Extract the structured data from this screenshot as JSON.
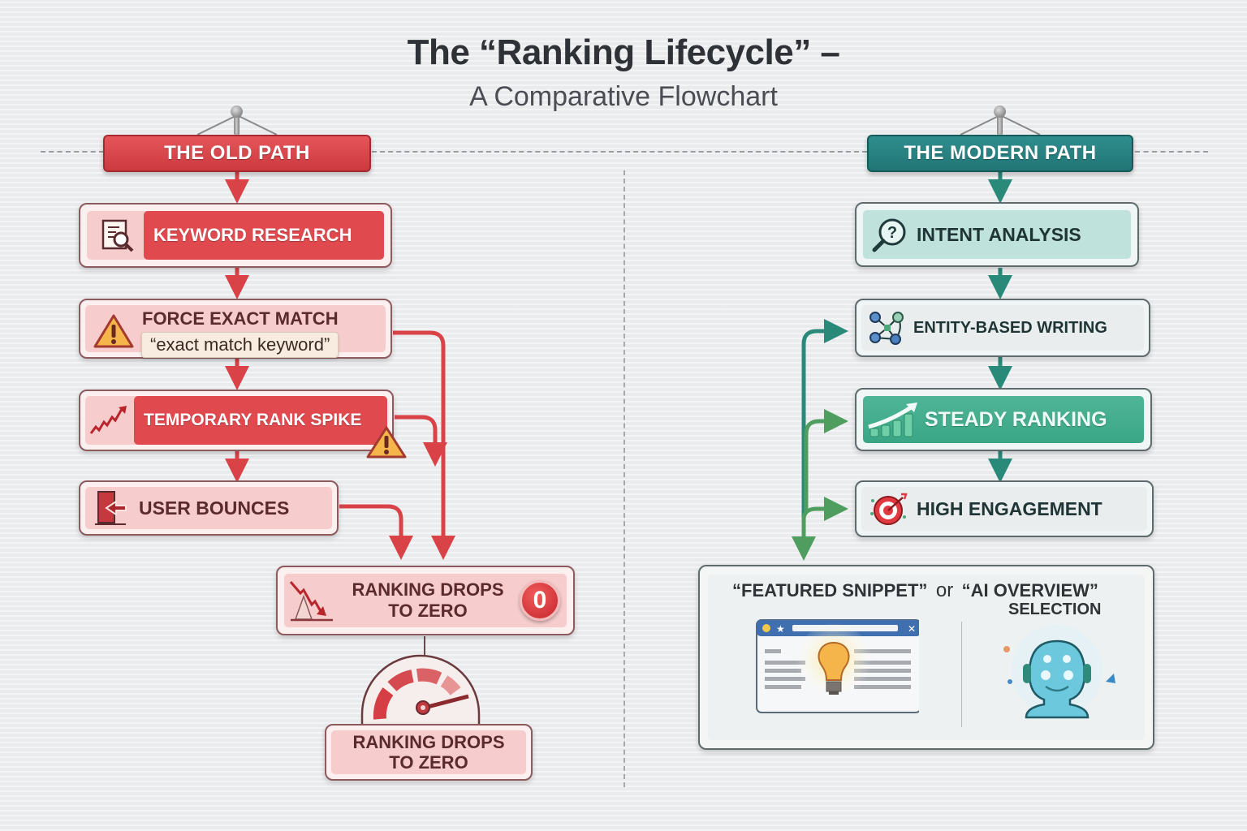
{
  "header": {
    "title": "The “Ranking Lifecycle” –",
    "subtitle": "A Comparative Flowchart"
  },
  "old_path": {
    "heading": "THE OLD PATH",
    "color": "#d94348",
    "steps": [
      {
        "label": "KEYWORD RESEARCH",
        "icon": "document-search-icon"
      },
      {
        "label": "FORCE EXACT MATCH",
        "icon": "warning-icon",
        "tag": "“exact match keyword”"
      },
      {
        "label": "TEMPORARY RANK SPIKE",
        "icon": "spike-chart-icon",
        "badge_icon": "warning-icon"
      },
      {
        "label": "USER BOUNCES",
        "icon": "exit-door-icon"
      },
      {
        "label_line1": "RANKING DROPS",
        "label_line2": "TO ZERO",
        "icon": "falling-chart-icon",
        "badge": "0"
      }
    ],
    "final": {
      "label_line1": "RANKING DROPS",
      "label_line2": "TO ZERO",
      "icon": "speedometer-icon"
    }
  },
  "modern_path": {
    "heading": "THE MODERN PATH",
    "color": "#267c7c",
    "steps": [
      {
        "label": "INTENT ANALYSIS",
        "icon": "question-magnifier-icon"
      },
      {
        "label": "ENTITY-BASED WRITING",
        "icon": "entity-graph-icon"
      },
      {
        "label": "STEADY RANKING",
        "icon": "growth-chart-icon"
      },
      {
        "label": "HIGH ENGAGEMENT",
        "icon": "target-icon"
      }
    ],
    "outcome": {
      "left": "“FEATURED SNIPPET”",
      "or": "or",
      "right": "“AI OVERVIEW”",
      "right_sub": "SELECTION",
      "left_icon": "browser-lightbulb-icon",
      "right_icon": "ai-robot-head-icon"
    }
  }
}
